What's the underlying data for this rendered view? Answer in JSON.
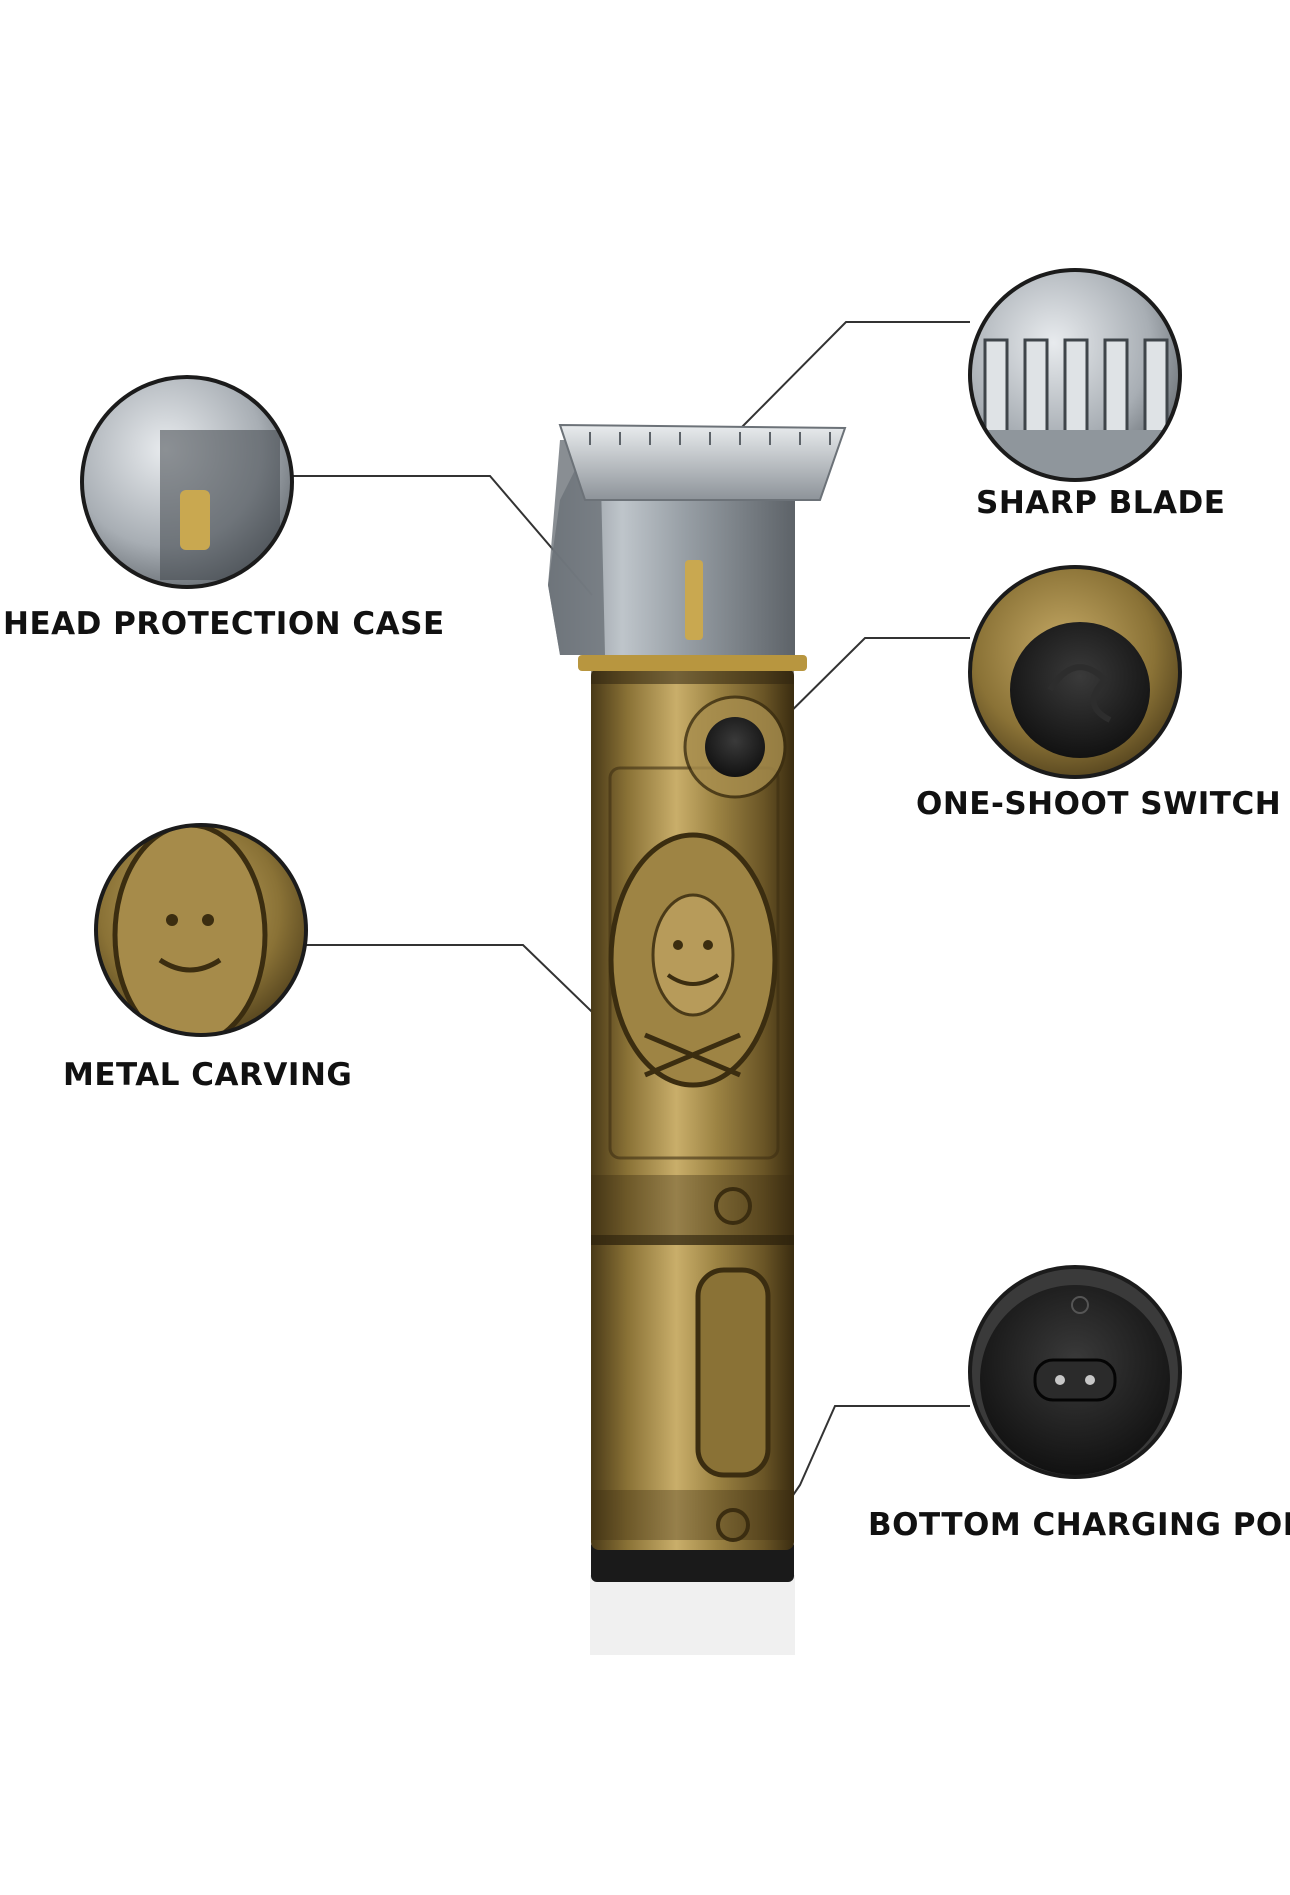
{
  "callouts": {
    "sharp_blade": "SHARP BLADE",
    "head_protection_case": "HEAD PROTECTION CASE",
    "one_shoot_switch": "ONE-SHOOT SWITCH",
    "metal_carving": "METAL CARVING",
    "bottom_charging_port": "BOTTOM CHARGING PORT"
  },
  "product": {
    "body_color": "#8a7236",
    "body_highlight": "#c9ae6a",
    "body_shadow": "#4a3a18",
    "guard_color": "#9aa2aa",
    "blade_color": "#cfd3d6",
    "switch_color": "#1c1c1c",
    "port_color": "#151515"
  }
}
